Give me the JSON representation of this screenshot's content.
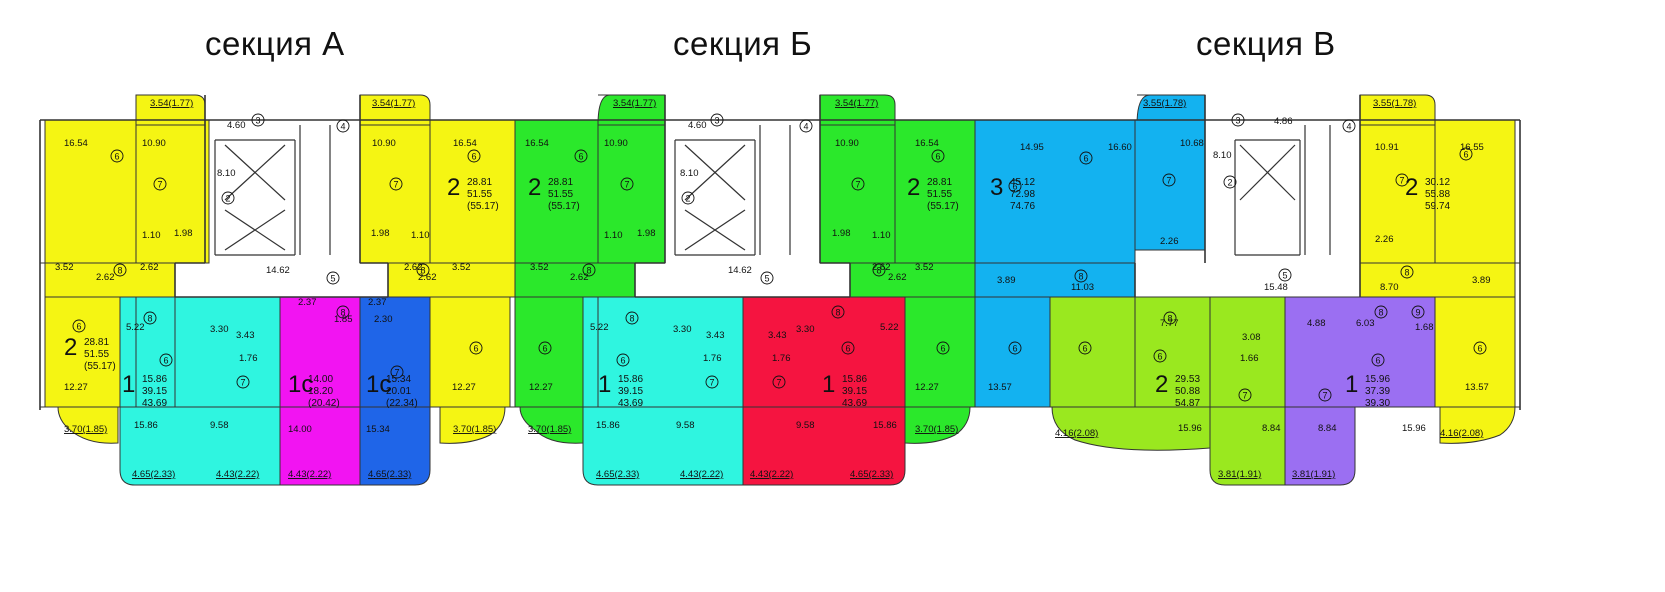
{
  "sections": [
    {
      "id": "a",
      "title": "секция А"
    },
    {
      "id": "b",
      "title": "секция Б"
    },
    {
      "id": "v",
      "title": "секция В"
    }
  ],
  "colors": {
    "yellow": "#f5f513",
    "cyan": "#2ff5e0",
    "magenta": "#f214f2",
    "blue": "#1f65e8",
    "green": "#2be82b",
    "red": "#f51440",
    "skyblue": "#13b2f0",
    "lime": "#9ae81f",
    "violet": "#9b6ff2",
    "wall": "#333333",
    "grey": "#ededed"
  },
  "apartments": [
    {
      "id": "a-top-left",
      "rooms": "2",
      "area": "28.81",
      "total": "51.55",
      "total2": "(55.17)"
    },
    {
      "id": "a-top-right",
      "rooms": "2",
      "area": "28.81",
      "total": "51.55",
      "total2": "(55.17)"
    },
    {
      "id": "a-bottom-left",
      "rooms": "2",
      "area": "28.81",
      "total": "51.55",
      "total2": "(55.17)"
    },
    {
      "id": "a-cyan",
      "rooms": "1",
      "area": "15.86",
      "total": "39.15",
      "total2": "43.69"
    },
    {
      "id": "a-magenta",
      "rooms": "1с",
      "area": "14.00",
      "total": "18.20",
      "total2": "(20.42)"
    },
    {
      "id": "a-blue",
      "rooms": "1с",
      "area": "15.34",
      "total": "20.01",
      "total2": "(22.34)"
    },
    {
      "id": "b-top-left",
      "rooms": "2",
      "area": "28.81",
      "total": "51.55",
      "total2": "(55.17)"
    },
    {
      "id": "b-top-right",
      "rooms": "2",
      "area": "28.81",
      "total": "51.55",
      "total2": "(55.17)"
    },
    {
      "id": "b-cyan",
      "rooms": "1",
      "area": "15.86",
      "total": "39.15",
      "total2": "43.69"
    },
    {
      "id": "b-red",
      "rooms": "1",
      "area": "15.86",
      "total": "39.15",
      "total2": "43.69"
    },
    {
      "id": "v-blue",
      "rooms": "3",
      "area": "45.12",
      "total": "72.98",
      "total2": "74.76"
    },
    {
      "id": "v-top-right",
      "rooms": "2",
      "area": "30.12",
      "total": "55.88",
      "total2": "59.74"
    },
    {
      "id": "v-lime",
      "rooms": "2",
      "area": "29.53",
      "total": "50.88",
      "total2": "54.87"
    },
    {
      "id": "v-violet",
      "rooms": "1",
      "area": "15.96",
      "total": "37.39",
      "total2": "39.30"
    }
  ],
  "room_labels": [
    {
      "t": "3.54(1.77)"
    },
    {
      "t": "3.54(1.77)"
    },
    {
      "t": "4.60"
    },
    {
      "t": "16.54"
    },
    {
      "t": "10.90"
    },
    {
      "t": "8.10"
    },
    {
      "t": "10.90"
    },
    {
      "t": "16.54"
    },
    {
      "t": "1.10"
    },
    {
      "t": "1.98"
    },
    {
      "t": "1.98"
    },
    {
      "t": "1.10"
    },
    {
      "t": "3.52"
    },
    {
      "t": "2.62"
    },
    {
      "t": "2.62"
    },
    {
      "t": "14.62"
    },
    {
      "t": "2.62"
    },
    {
      "t": "2.62"
    },
    {
      "t": "3.52"
    },
    {
      "t": "5.22"
    },
    {
      "t": "3.30"
    },
    {
      "t": "3.43"
    },
    {
      "t": "2.37"
    },
    {
      "t": "1.85"
    },
    {
      "t": "2.37"
    },
    {
      "t": "2.30"
    },
    {
      "t": "1.76"
    },
    {
      "t": "12.27"
    },
    {
      "t": "12.27"
    },
    {
      "t": "15.86"
    },
    {
      "t": "9.58"
    },
    {
      "t": "14.00"
    },
    {
      "t": "15.34"
    },
    {
      "t": "3.70(1.85)"
    },
    {
      "t": "3.70(1.85)"
    },
    {
      "t": "4.65(2.33)"
    },
    {
      "t": "4.43(2.22)"
    },
    {
      "t": "4.43(2.22)"
    },
    {
      "t": "4.65(2.33)"
    },
    {
      "t": "3.54(1.77)"
    },
    {
      "t": "3.54(1.77)"
    },
    {
      "t": "4.60"
    },
    {
      "t": "16.54"
    },
    {
      "t": "10.90"
    },
    {
      "t": "8.10"
    },
    {
      "t": "10.90"
    },
    {
      "t": "16.54"
    },
    {
      "t": "1.10"
    },
    {
      "t": "1.98"
    },
    {
      "t": "1.98"
    },
    {
      "t": "1.10"
    },
    {
      "t": "3.52"
    },
    {
      "t": "2.62"
    },
    {
      "t": "14.62"
    },
    {
      "t": "2.62"
    },
    {
      "t": "2.62"
    },
    {
      "t": "3.52"
    },
    {
      "t": "5.22"
    },
    {
      "t": "3.30"
    },
    {
      "t": "3.43"
    },
    {
      "t": "3.43"
    },
    {
      "t": "3.30"
    },
    {
      "t": "5.22"
    },
    {
      "t": "1.76"
    },
    {
      "t": "1.76"
    },
    {
      "t": "12.27"
    },
    {
      "t": "12.27"
    },
    {
      "t": "15.86"
    },
    {
      "t": "9.58"
    },
    {
      "t": "9.58"
    },
    {
      "t": "15.86"
    },
    {
      "t": "3.70(1.85)"
    },
    {
      "t": "3.70(1.85)"
    },
    {
      "t": "4.65(2.33)"
    },
    {
      "t": "4.43(2.22)"
    },
    {
      "t": "4.43(2.22)"
    },
    {
      "t": "4.65(2.33)"
    },
    {
      "t": "3.55(1.78)"
    },
    {
      "t": "3.55(1.78)"
    },
    {
      "t": "4.86"
    },
    {
      "t": "14.95"
    },
    {
      "t": "16.60"
    },
    {
      "t": "10.68"
    },
    {
      "t": "8.10"
    },
    {
      "t": "10.91"
    },
    {
      "t": "16.55"
    },
    {
      "t": "2.26"
    },
    {
      "t": "2.26"
    },
    {
      "t": "3.89"
    },
    {
      "t": "11.03"
    },
    {
      "t": "15.48"
    },
    {
      "t": "8.70"
    },
    {
      "t": "3.89"
    },
    {
      "t": "7.77"
    },
    {
      "t": "3.08"
    },
    {
      "t": "4.88"
    },
    {
      "t": "6.03"
    },
    {
      "t": "1.68"
    },
    {
      "t": "1.66"
    },
    {
      "t": "13.57"
    },
    {
      "t": "13.57"
    },
    {
      "t": "15.96"
    },
    {
      "t": "8.84"
    },
    {
      "t": "8.84"
    },
    {
      "t": "15.96"
    },
    {
      "t": "4.16(2.08)"
    },
    {
      "t": "4.16(2.08)"
    },
    {
      "t": "3.81(1.91)"
    },
    {
      "t": "3.81(1.91)"
    }
  ],
  "room_numbers": [
    "2",
    "3",
    "4",
    "5",
    "6",
    "7",
    "8",
    "9"
  ]
}
